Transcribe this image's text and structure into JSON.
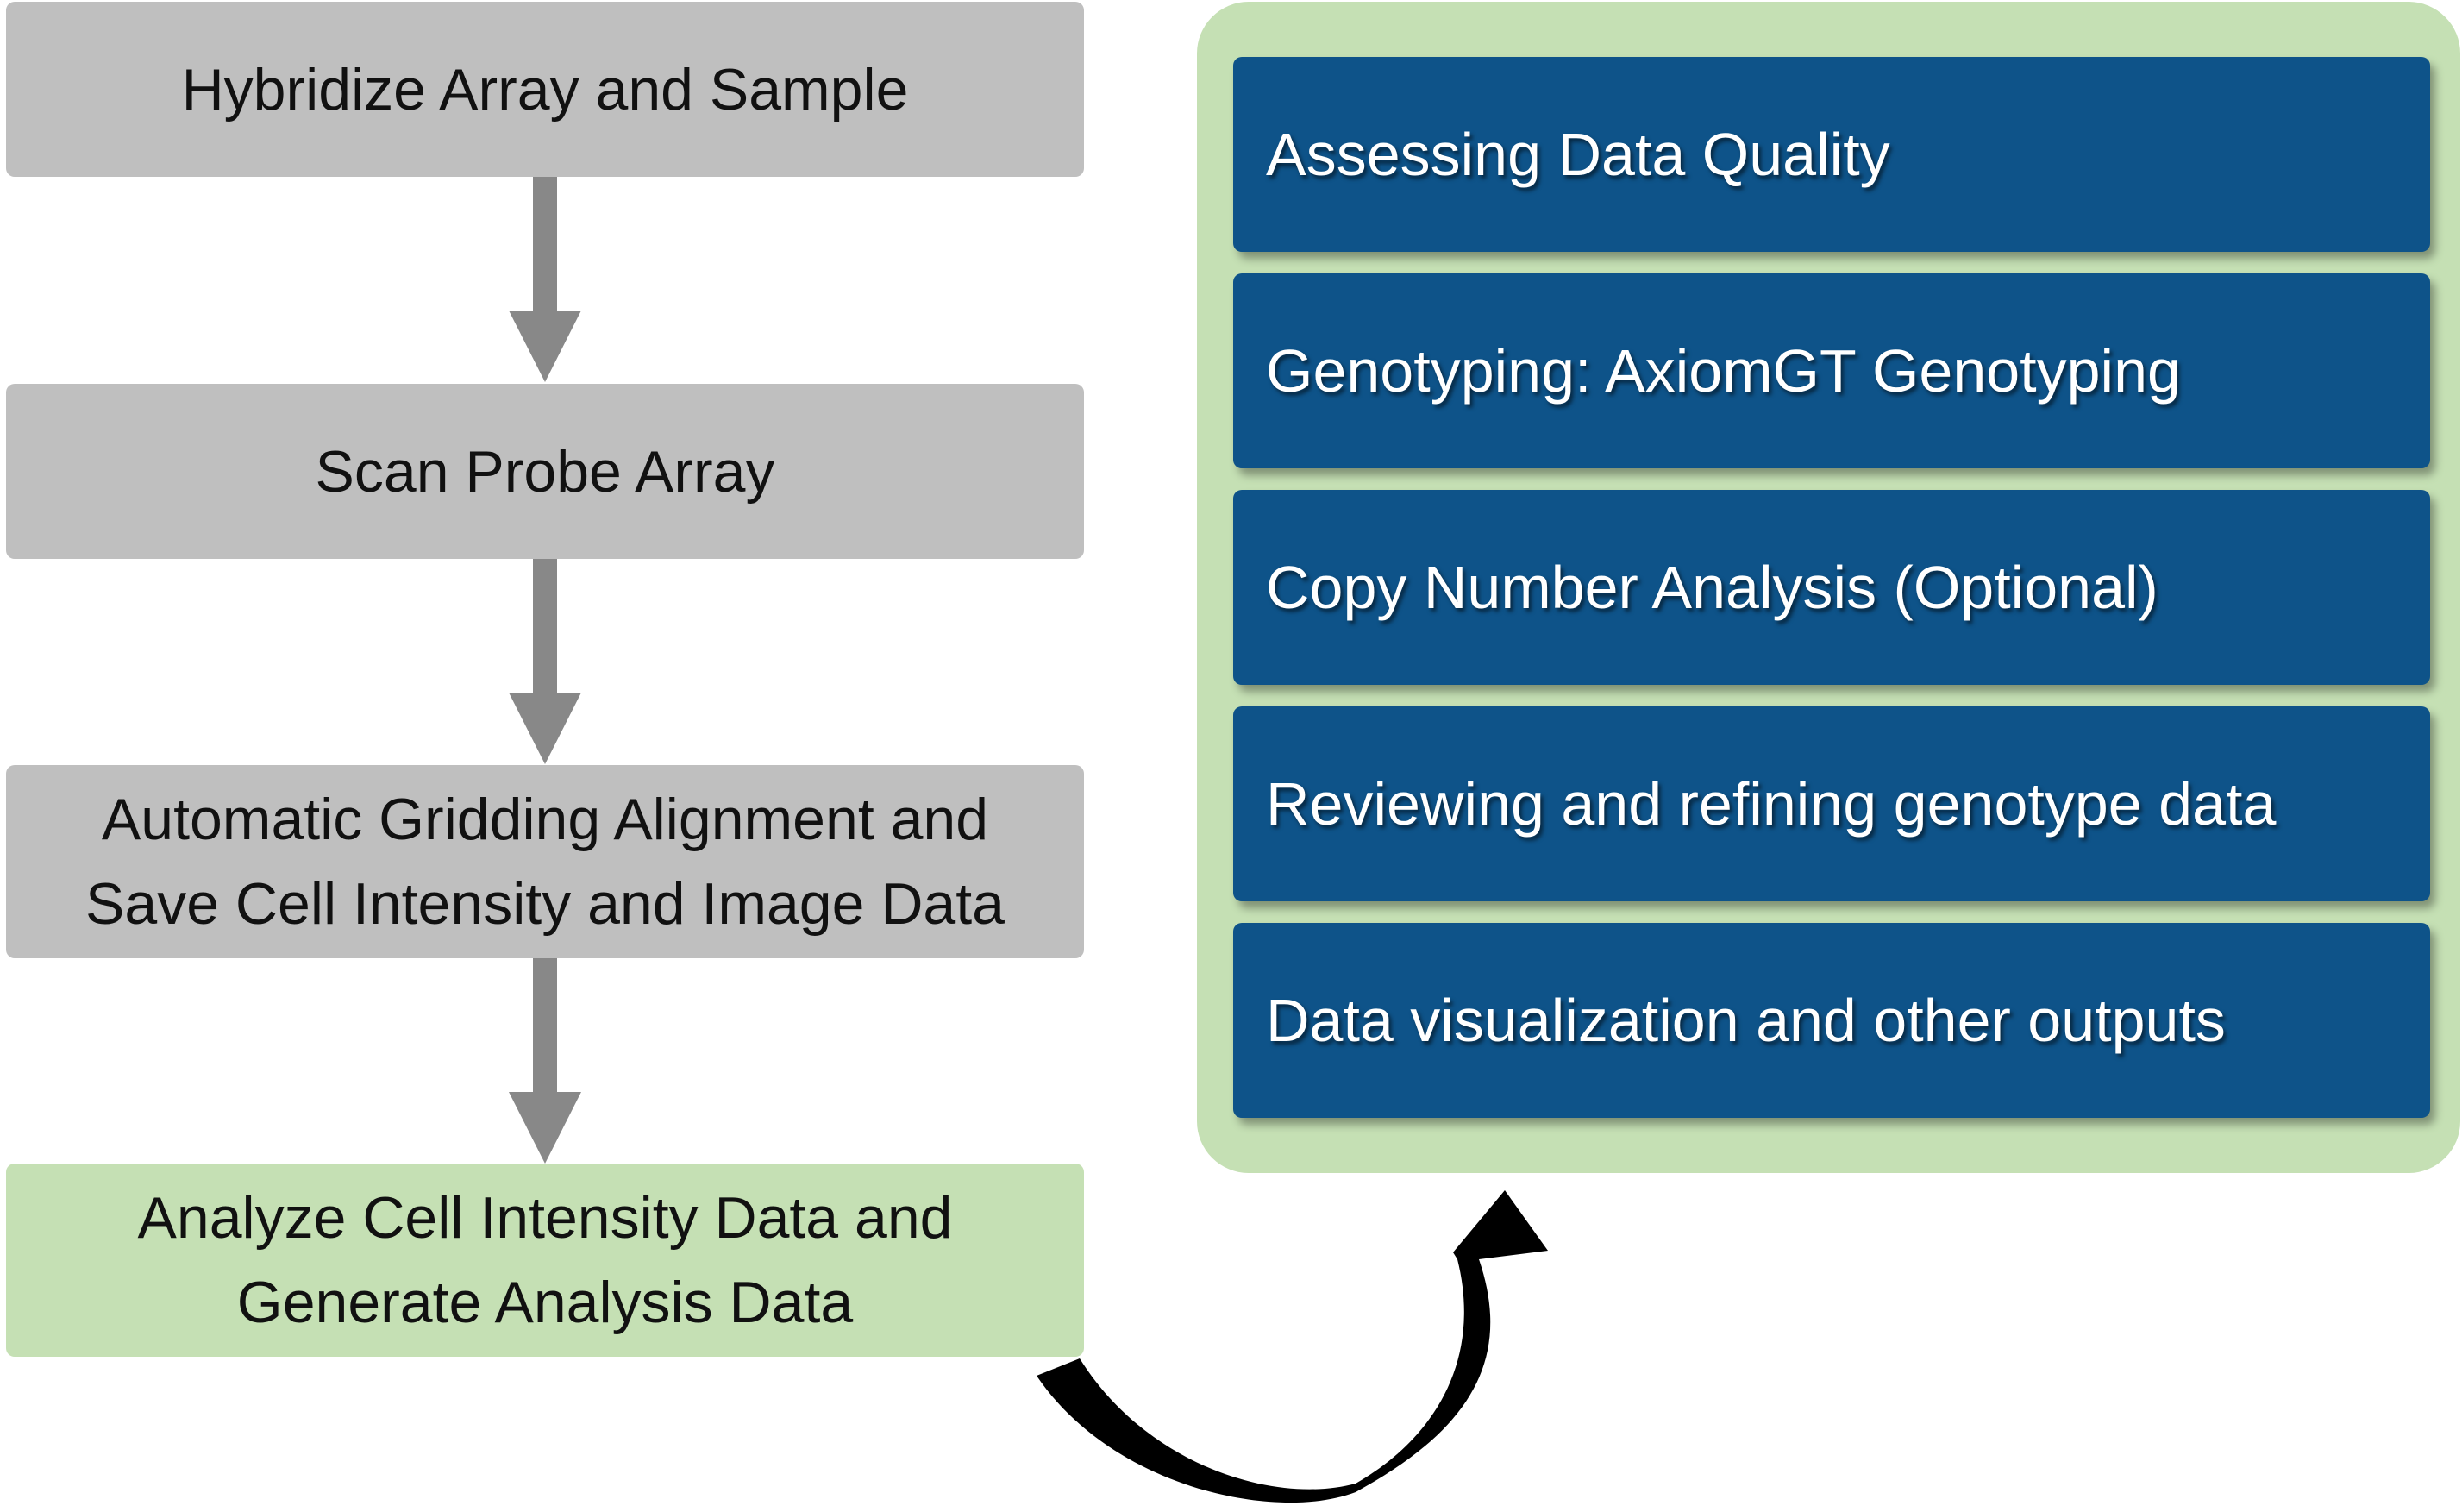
{
  "workflow": {
    "steps": [
      {
        "lines": [
          "Hybridize Array and Sample"
        ]
      },
      {
        "lines": [
          "Scan Probe Array"
        ]
      },
      {
        "lines": [
          "Automatic Gridding Alignment and",
          "Save Cell Intensity and Image Data"
        ]
      },
      {
        "lines": [
          "Analyze Cell Intensity Data and",
          "Generate Analysis Data"
        ]
      }
    ]
  },
  "analysis_panel": {
    "items": [
      {
        "label": "Assessing Data Quality"
      },
      {
        "label": "Genotyping: AxiomGT Genotyping"
      },
      {
        "label": "Copy Number Analysis (Optional)"
      },
      {
        "label": "Reviewing and refining genotype data"
      },
      {
        "label": "Data visualization and other outputs"
      }
    ]
  },
  "colors": {
    "step_box": "#bfbfbf",
    "highlight_box": "#c5e0b4",
    "task_box": "#0e5389",
    "connector_arrow": "#888888",
    "curved_arrow": "#000000"
  }
}
